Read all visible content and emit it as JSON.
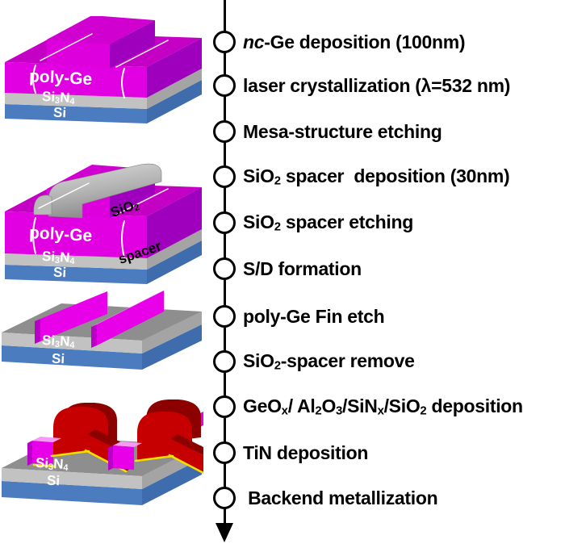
{
  "figure": {
    "background": "#ffffff",
    "type": "process-flow-diagram"
  },
  "colors": {
    "flow_line": "#000000",
    "node_fill": "#ffffff",
    "node_border": "#000000",
    "poly_ge_magenta_top": "#C400C4",
    "poly_ge_magenta_front": "#E100E1",
    "poly_ge_magenta_side": "#9E00BE",
    "fin_face": "#E800E8",
    "fin_top": "#F59BF5",
    "si3n4_gray_top": "#8E8E8E",
    "si3n4_gray_front": "#C2C2C2",
    "spacer_gray_light": "#DCDCDC",
    "spacer_gray_dark": "#8A8A8A",
    "si_blue_front": "#4B7CC0",
    "si_blue_side": "#3E6CAC",
    "tin_red_front": "#C60000",
    "tin_red_dark": "#8C0000",
    "gate_oxide_yellow": "#FFE100",
    "label_white": "#ffffff",
    "label_black": "#000000"
  },
  "flow": {
    "steps": [
      {
        "text": "nc-Ge deposition (100nm)",
        "segments": [
          {
            "t": "nc",
            "s": "italic"
          },
          {
            "t": "-Ge deposition (100nm)"
          }
        ]
      },
      {
        "text": "laser crystallization (λ=532 nm)",
        "segments": [
          {
            "t": "laser crystallization (λ=532 nm)"
          }
        ]
      },
      {
        "text": "Mesa-structure etching",
        "segments": [
          {
            "t": "Mesa-structure etching"
          }
        ]
      },
      {
        "text": "SiO2 spacer  deposition (30nm)",
        "segments": [
          {
            "t": "SiO"
          },
          {
            "t": "2",
            "s": "sub"
          },
          {
            "t": " spacer  deposition (30nm)"
          }
        ]
      },
      {
        "text": "SiO2 spacer etching",
        "segments": [
          {
            "t": "SiO"
          },
          {
            "t": "2",
            "s": "sub"
          },
          {
            "t": " spacer etching"
          }
        ]
      },
      {
        "text": "S/D formation",
        "segments": [
          {
            "t": "S/D formation"
          }
        ]
      },
      {
        "text": "poly-Ge Fin etch",
        "segments": [
          {
            "t": "poly-Ge Fin etch"
          }
        ]
      },
      {
        "text": "SiO2-spacer remove",
        "segments": [
          {
            "t": "SiO"
          },
          {
            "t": "2",
            "s": "sub"
          },
          {
            "t": "-spacer remove"
          }
        ]
      },
      {
        "text": "GeOx/ Al2O3/SiNx/SiO2 deposition",
        "segments": [
          {
            "t": "GeO"
          },
          {
            "t": "x",
            "s": "sub"
          },
          {
            "t": "/ Al"
          },
          {
            "t": "2",
            "s": "sub"
          },
          {
            "t": "O"
          },
          {
            "t": "3",
            "s": "sub"
          },
          {
            "t": "/SiN"
          },
          {
            "t": "x",
            "s": "sub"
          },
          {
            "t": "/SiO"
          },
          {
            "t": "2",
            "s": "sub"
          },
          {
            "t": " deposition"
          }
        ]
      },
      {
        "text": "TiN deposition",
        "segments": [
          {
            "t": "TiN deposition"
          }
        ]
      },
      {
        "text": "Backend metallization",
        "segments": [
          {
            "t": " Backend metallization"
          }
        ]
      }
    ]
  },
  "illustrations": [
    {
      "id": "mesa-structure",
      "labels": {
        "poly_ge": "poly-Ge",
        "si3n4": [
          {
            "t": "Si"
          },
          {
            "t": "3",
            "s": "sub"
          },
          {
            "t": "N"
          },
          {
            "t": "4",
            "s": "sub"
          }
        ],
        "si": "Si"
      }
    },
    {
      "id": "with-sio2-spacer",
      "labels": {
        "spacer_line1": [
          {
            "t": "SiO"
          },
          {
            "t": "2",
            "s": "sub"
          }
        ],
        "spacer_line2": "spacer",
        "poly_ge": "poly-Ge",
        "si3n4": [
          {
            "t": "Si"
          },
          {
            "t": "3",
            "s": "sub"
          },
          {
            "t": "N"
          },
          {
            "t": "4",
            "s": "sub"
          }
        ],
        "si": "Si"
      }
    },
    {
      "id": "poly-ge-fins",
      "labels": {
        "si3n4": [
          {
            "t": "Si"
          },
          {
            "t": "3",
            "s": "sub"
          },
          {
            "t": "N"
          },
          {
            "t": "4",
            "s": "sub"
          }
        ],
        "si": "Si"
      }
    },
    {
      "id": "tin-gated-fins",
      "labels": {
        "si3n4": [
          {
            "t": "Si"
          },
          {
            "t": "3",
            "s": "sub"
          },
          {
            "t": "N"
          },
          {
            "t": "4",
            "s": "sub"
          }
        ],
        "si": "Si"
      }
    }
  ]
}
